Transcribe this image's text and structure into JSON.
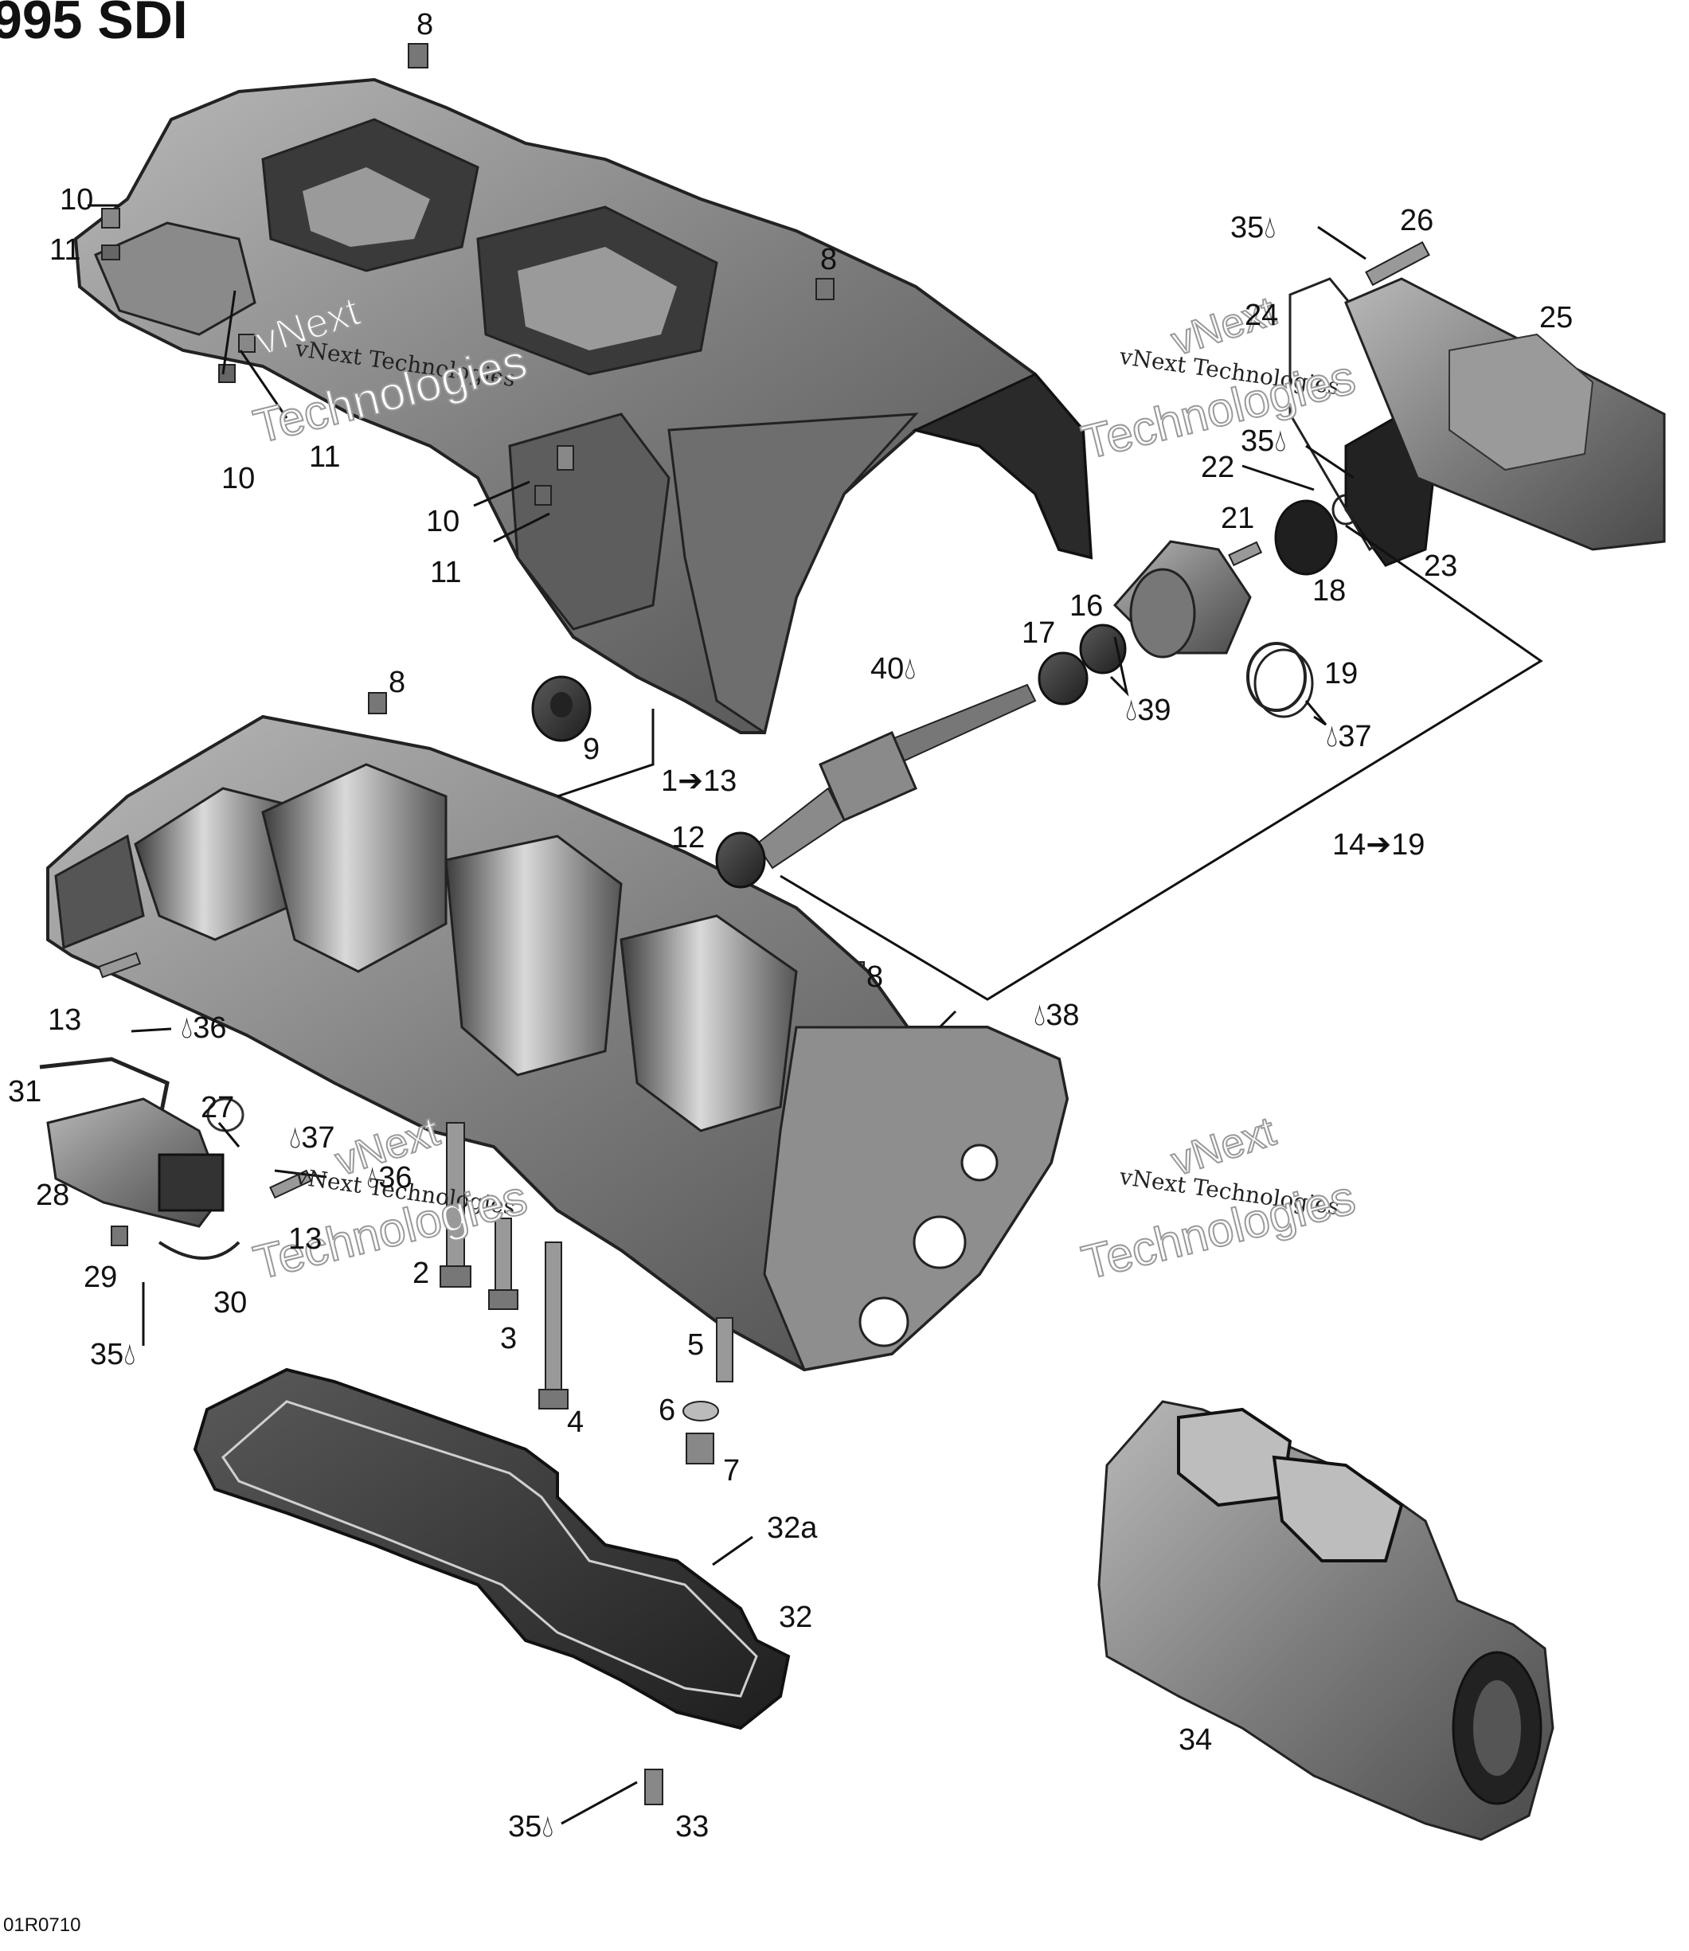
{
  "title": "995 SDI",
  "image_code": "01R0710",
  "watermark": {
    "line1": "vNext",
    "line2": "vNext Technologies",
    "line3": "Technologies"
  },
  "colors": {
    "part_fill": "#8d8d8d",
    "part_dark": "#3a3a3a",
    "part_light": "#c4c4c4",
    "line": "#111111",
    "label": "#111111"
  },
  "icons": {
    "oil_drop": "oil-drop-icon",
    "arrow": "arrow-right-icon"
  },
  "callouts": [
    {
      "id": "c8a",
      "text": "8"
    },
    {
      "id": "c10a",
      "text": "10"
    },
    {
      "id": "c11a",
      "text": "11"
    },
    {
      "id": "c8b",
      "text": "8"
    },
    {
      "id": "c10b",
      "text": "10"
    },
    {
      "id": "c11b",
      "text": "11"
    },
    {
      "id": "c10c",
      "text": "10"
    },
    {
      "id": "c11c",
      "text": "11"
    },
    {
      "id": "c8c",
      "text": "8"
    },
    {
      "id": "c9",
      "text": "9"
    },
    {
      "id": "c1to13",
      "text": "1",
      "text2": "13",
      "arrow": true
    },
    {
      "id": "c12",
      "text": "12"
    },
    {
      "id": "c40",
      "text": "40",
      "drop": "left"
    },
    {
      "id": "c17",
      "text": "17"
    },
    {
      "id": "c16",
      "text": "16"
    },
    {
      "id": "c39",
      "text": "39",
      "drop": "right"
    },
    {
      "id": "c21",
      "text": "21"
    },
    {
      "id": "c18",
      "text": "18"
    },
    {
      "id": "c22",
      "text": "22"
    },
    {
      "id": "c35a",
      "text": "35",
      "drop": "left"
    },
    {
      "id": "c23",
      "text": "23"
    },
    {
      "id": "c35b",
      "text": "35",
      "drop": "left"
    },
    {
      "id": "c26",
      "text": "26"
    },
    {
      "id": "c24",
      "text": "24"
    },
    {
      "id": "c25",
      "text": "25"
    },
    {
      "id": "c19",
      "text": "19"
    },
    {
      "id": "c37a",
      "text": "37",
      "drop": "right"
    },
    {
      "id": "c14to19",
      "text": "14",
      "text2": "19",
      "arrow": true
    },
    {
      "id": "c8d",
      "text": "8"
    },
    {
      "id": "c38",
      "text": "38",
      "drop": "right"
    },
    {
      "id": "c13a",
      "text": "13"
    },
    {
      "id": "c36a",
      "text": "36",
      "drop": "right"
    },
    {
      "id": "c31",
      "text": "31"
    },
    {
      "id": "c27",
      "text": "27"
    },
    {
      "id": "c37b",
      "text": "37",
      "drop": "right"
    },
    {
      "id": "c36b",
      "text": "36",
      "drop": "right"
    },
    {
      "id": "c28",
      "text": "28"
    },
    {
      "id": "c13b",
      "text": "13"
    },
    {
      "id": "c2",
      "text": "2"
    },
    {
      "id": "c29",
      "text": "29"
    },
    {
      "id": "c30",
      "text": "30"
    },
    {
      "id": "c3",
      "text": "3"
    },
    {
      "id": "c35c",
      "text": "35",
      "drop": "left"
    },
    {
      "id": "c4",
      "text": "4"
    },
    {
      "id": "c5",
      "text": "5"
    },
    {
      "id": "c6",
      "text": "6"
    },
    {
      "id": "c7",
      "text": "7"
    },
    {
      "id": "c32a",
      "text": "32a"
    },
    {
      "id": "c32",
      "text": "32"
    },
    {
      "id": "c34",
      "text": "34"
    },
    {
      "id": "c35d",
      "text": "35",
      "drop": "left"
    },
    {
      "id": "c33",
      "text": "33"
    }
  ]
}
